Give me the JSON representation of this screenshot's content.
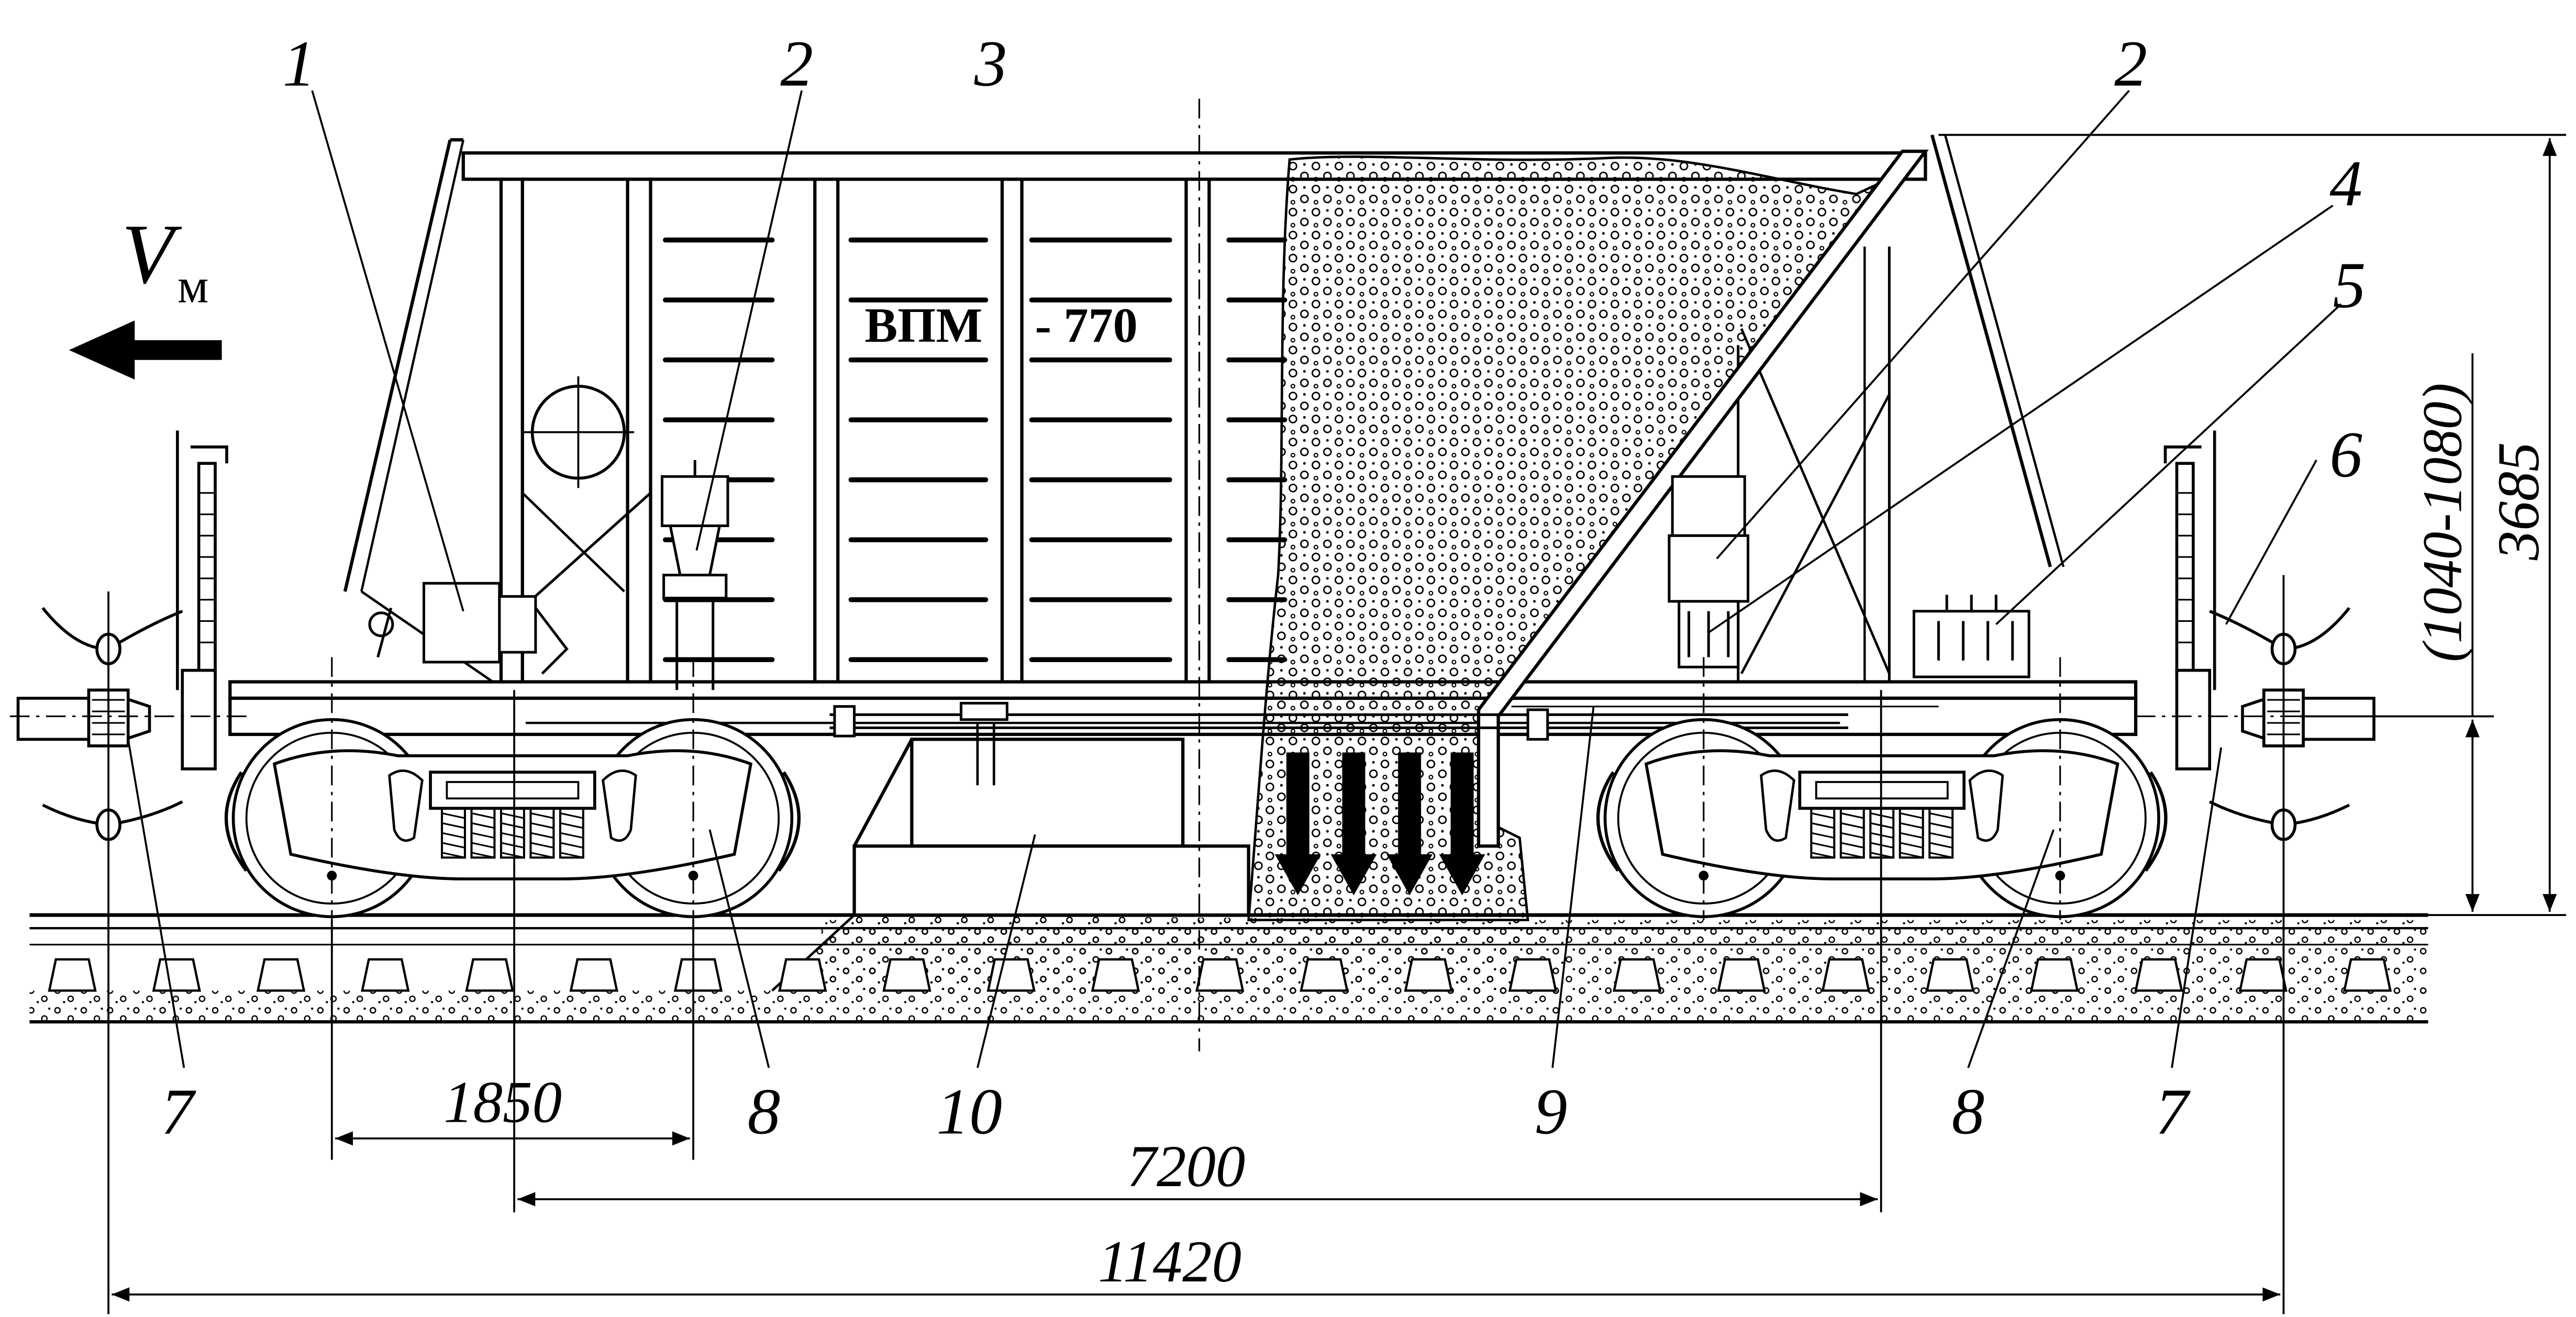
{
  "drawing": {
    "title": "ВПМ",
    "title_suffix": "- 770",
    "velocity_symbol": "V",
    "velocity_subscript": "м",
    "callouts": [
      "1",
      "2",
      "3",
      "2",
      "4",
      "5",
      "6",
      "7",
      "8",
      "10",
      "9",
      "8",
      "7"
    ],
    "dimensions": {
      "bogie_wheelbase": "1850",
      "bogie_centers": "7200",
      "coupler_length": "11420",
      "total_height": "3685",
      "coupler_height": "(1040-1080)"
    }
  },
  "colors": {
    "ink": "#000000",
    "paper": "#ffffff"
  }
}
